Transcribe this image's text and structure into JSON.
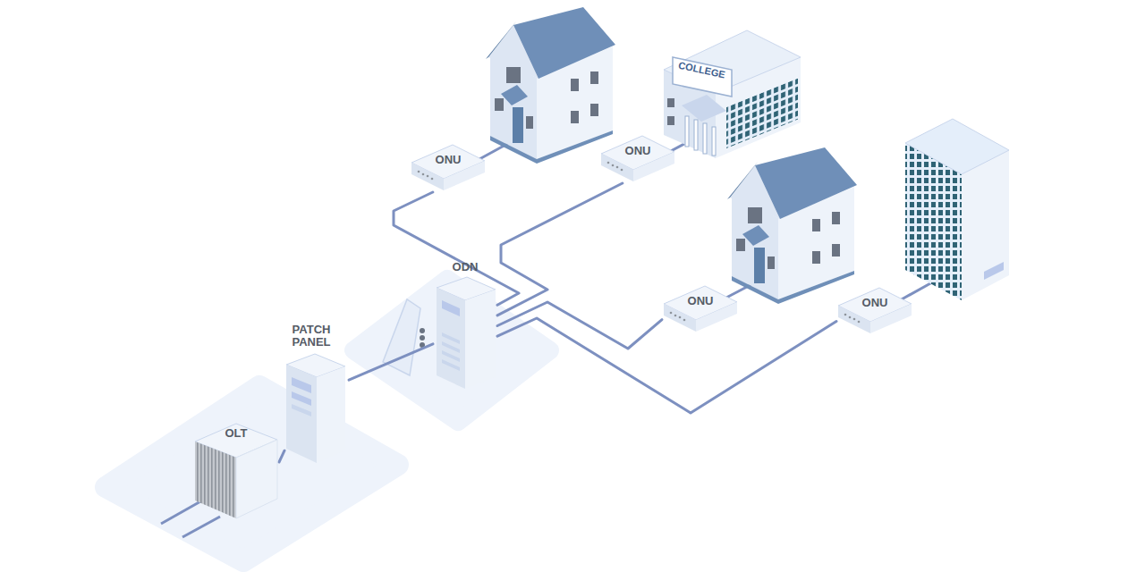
{
  "diagram": {
    "nodes": [
      {
        "text": [
          "OLT"
        ]
      },
      {
        "text": [
          "PATCH PANEL"
        ]
      },
      {
        "text": [
          "ODN"
        ]
      },
      {
        "text": [
          "ONU"
        ]
      },
      {
        "text": [
          "ONU"
        ]
      },
      {
        "text": [
          "ONU"
        ]
      },
      {
        "text": [
          "ONU"
        ]
      }
    ],
    "edges": [
      {
        "from": 0,
        "to": 1,
        "arrow": "none"
      },
      {
        "from": 1,
        "to": 2,
        "arrow": "none"
      },
      {
        "from": 2,
        "to": 3,
        "arrow": "none"
      },
      {
        "from": 2,
        "to": 4,
        "arrow": "none"
      },
      {
        "from": 2,
        "to": 5,
        "arrow": "none"
      },
      {
        "from": 2,
        "to": 6,
        "arrow": "none"
      }
    ],
    "labels": [
      "COLLEGE"
    ]
  }
}
